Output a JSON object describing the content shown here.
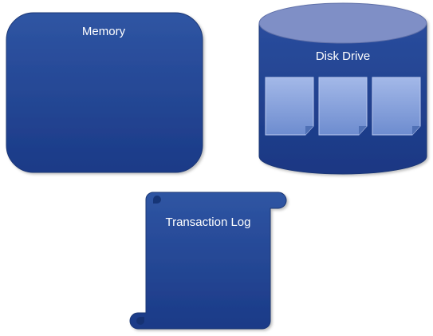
{
  "diagram": {
    "memory": {
      "label": "Memory"
    },
    "disk_drive": {
      "label": "Disk Drive",
      "pages": [
        {
          "id": "page-1"
        },
        {
          "id": "page-2"
        },
        {
          "id": "page-3"
        }
      ]
    },
    "transaction_log": {
      "label": "Transaction Log"
    }
  },
  "colors": {
    "shape_fill_top": "#2f55a3",
    "shape_fill_bottom": "#1a3a86",
    "shape_stroke": "#1b3775",
    "cylinder_top": "#7f8fc6",
    "page_fill_top": "#9fb4e6",
    "page_fill_bottom": "#6f8fd0",
    "text": "#ffffff"
  }
}
